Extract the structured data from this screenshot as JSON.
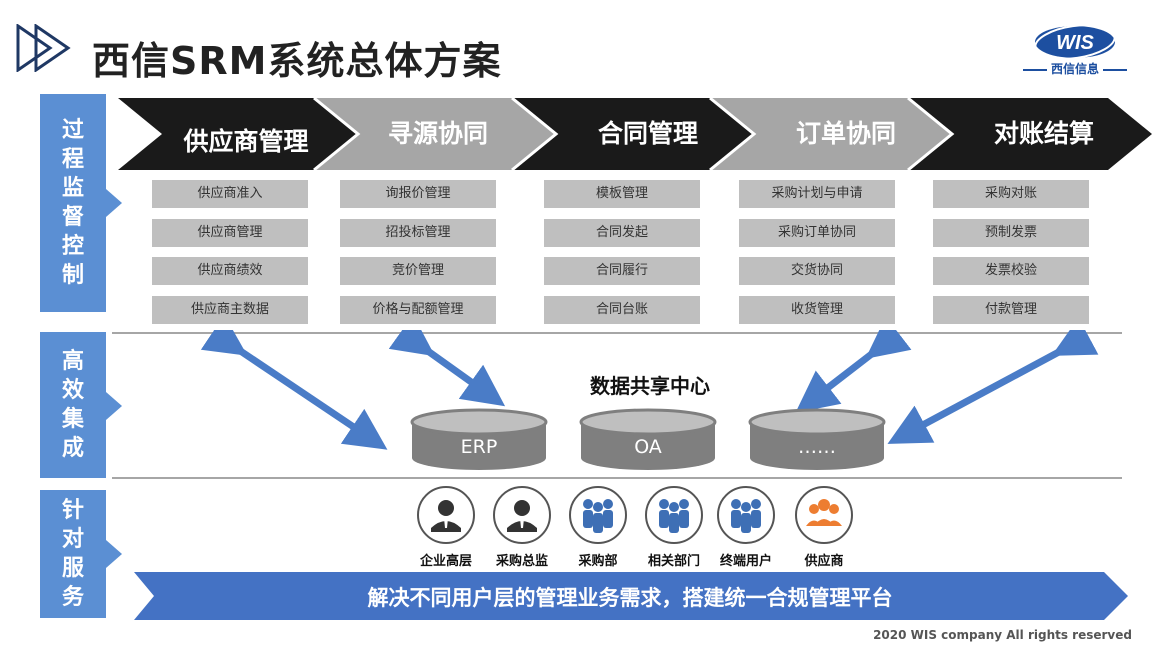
{
  "title": "西信SRM系统总体方案",
  "logo": {
    "brand": "WIS",
    "caption": "西信信息"
  },
  "side_labels": {
    "process": "过程监督控制",
    "integration": "高效集成",
    "service": "针对服务"
  },
  "stages": [
    {
      "label": "供应商管理",
      "items": [
        "供应商准入",
        "供应商管理",
        "供应商绩效",
        "供应商主数据"
      ]
    },
    {
      "label": "寻源协同",
      "items": [
        "询报价管理",
        "招投标管理",
        "竞价管理",
        "价格与配额管理"
      ]
    },
    {
      "label": "合同管理",
      "items": [
        "模板管理",
        "合同发起",
        "合同履行",
        "合同台账"
      ]
    },
    {
      "label": "订单协同",
      "items": [
        "采购计划与申请",
        "采购订单协同",
        "交货协同",
        "收货管理"
      ]
    },
    {
      "label": "对账结算",
      "items": [
        "采购对账",
        "预制发票",
        "发票校验",
        "付款管理"
      ]
    }
  ],
  "data_center": {
    "title": "数据共享中心",
    "systems": [
      "ERP",
      "OA",
      "……"
    ]
  },
  "roles": [
    {
      "label": "企业高层",
      "icon": "executive-icon"
    },
    {
      "label": "采购总监",
      "icon": "director-icon"
    },
    {
      "label": "采购部",
      "icon": "group-icon"
    },
    {
      "label": "相关部门",
      "icon": "group-icon"
    },
    {
      "label": "终端用户",
      "icon": "group-icon"
    },
    {
      "label": "供应商",
      "icon": "supplier-group-icon"
    }
  ],
  "banner": "解决不同用户层的管理业务需求，搭建统一合规管理平台",
  "footer": "2020 WIS company All rights reserved",
  "colors": {
    "side": "#5b8fd3",
    "dark_stage": "#1a1a1a",
    "light_stage": "#a6a6a6",
    "item_bg": "#bfbfbf",
    "db": "#7f7f7f",
    "banner": "#4472c4"
  }
}
